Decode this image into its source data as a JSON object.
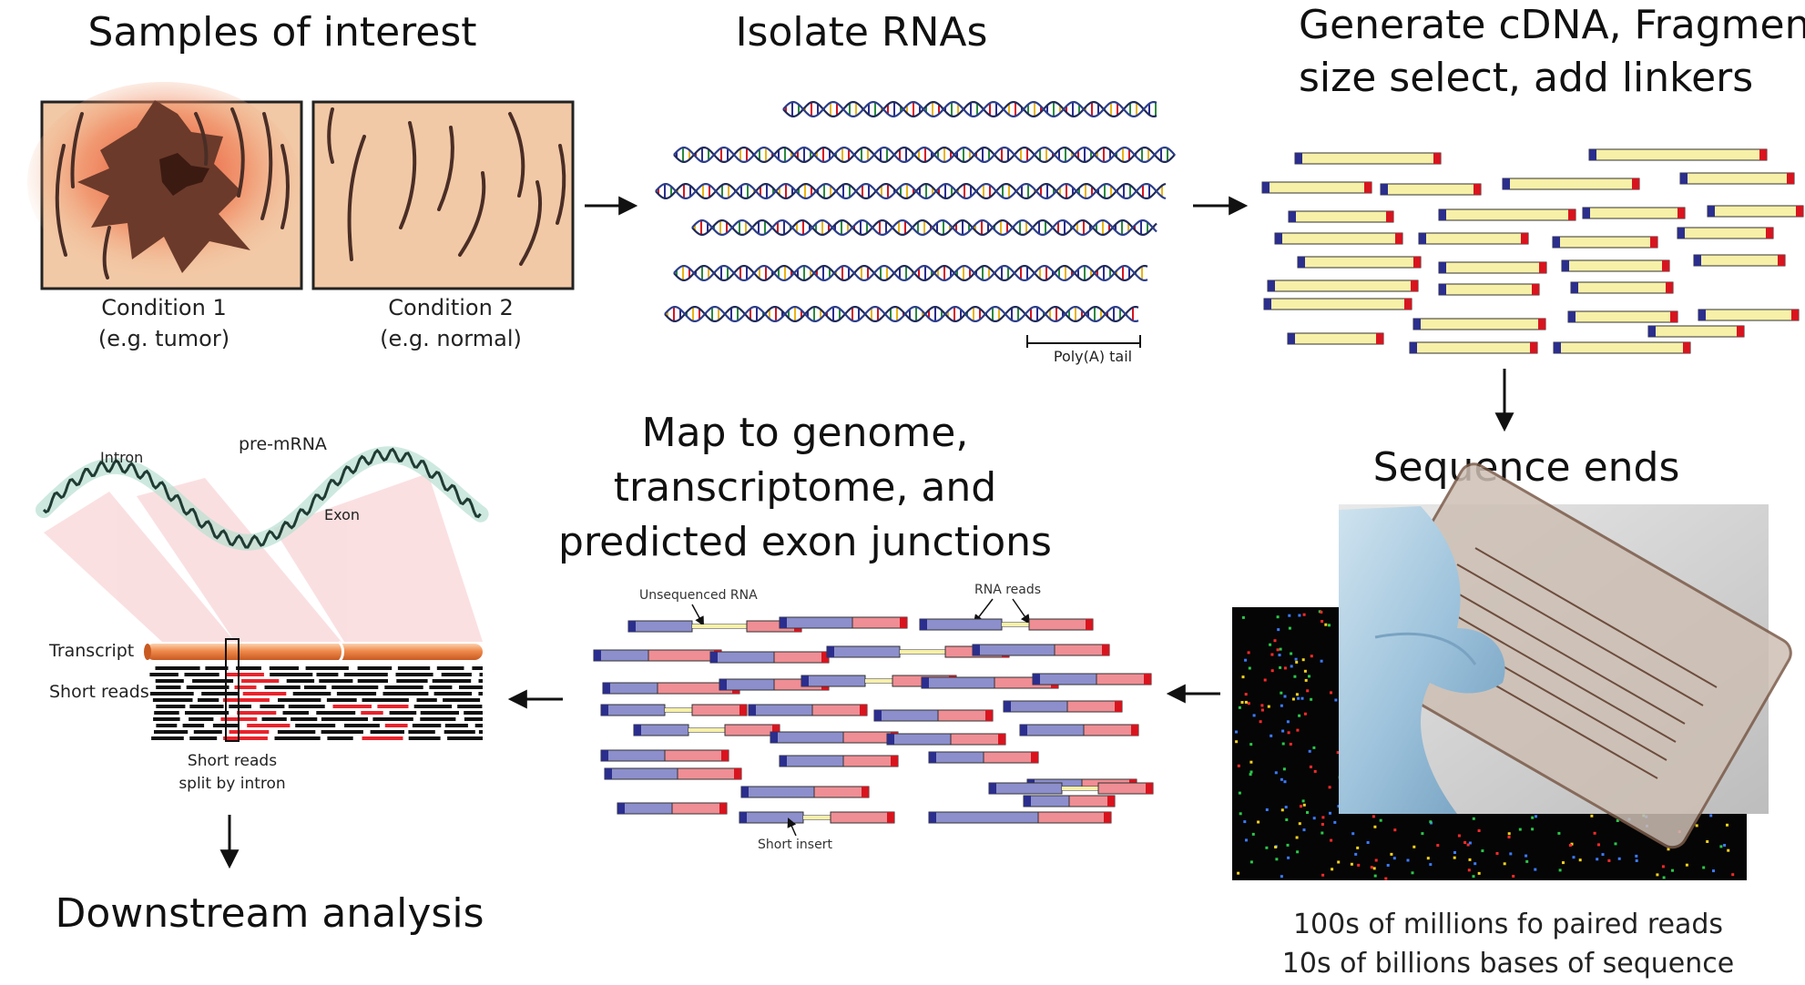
{
  "steps": {
    "samples": {
      "title": "Samples of interest",
      "condition1": "Condition 1",
      "condition1_example": "(e.g. tumor)",
      "condition2": "Condition 2",
      "condition2_example": "(e.g. normal)"
    },
    "isolate": {
      "title": "Isolate RNAs",
      "polya_label": "Poly(A) tail"
    },
    "generate": {
      "title_line1": "Generate cDNA, Fragment,",
      "title_line2": "size select, add linkers"
    },
    "sequence": {
      "title": "Sequence ends",
      "caption_line1": "100s of millions fo paired reads",
      "caption_line2": "10s of billions bases of sequence"
    },
    "map": {
      "title_line1": "Map to genome,",
      "title_line2": "transcriptome, and",
      "title_line3": "predicted exon junctions",
      "unsequenced_label": "Unsequenced RNA",
      "rna_reads_label": "RNA reads",
      "short_insert_label": "Short insert"
    },
    "transcript": {
      "intron_label": "Intron",
      "premrna_label": "pre-mRNA",
      "exon_label": "Exon",
      "transcript_label": "Transcript",
      "short_reads_label": "Short reads",
      "split_label_line1": "Short reads",
      "split_label_line2": "split by intron"
    },
    "downstream": {
      "title": "Downstream analysis"
    }
  },
  "colors": {
    "skin": "#f2c9a6",
    "tumor": "#6b3a2a",
    "tumor_glow": "#e8563a",
    "insert_yellow": "#f7f0a8",
    "linker_blue": "#2b2e8c",
    "linker_red": "#d8141f",
    "read_blue": "#8c8fcc",
    "read_pink": "#ef8e94",
    "transcript_orange": "#f08a4b",
    "exon_glow": "#b8e0d2",
    "intron_glow": "#f3b8bc"
  }
}
